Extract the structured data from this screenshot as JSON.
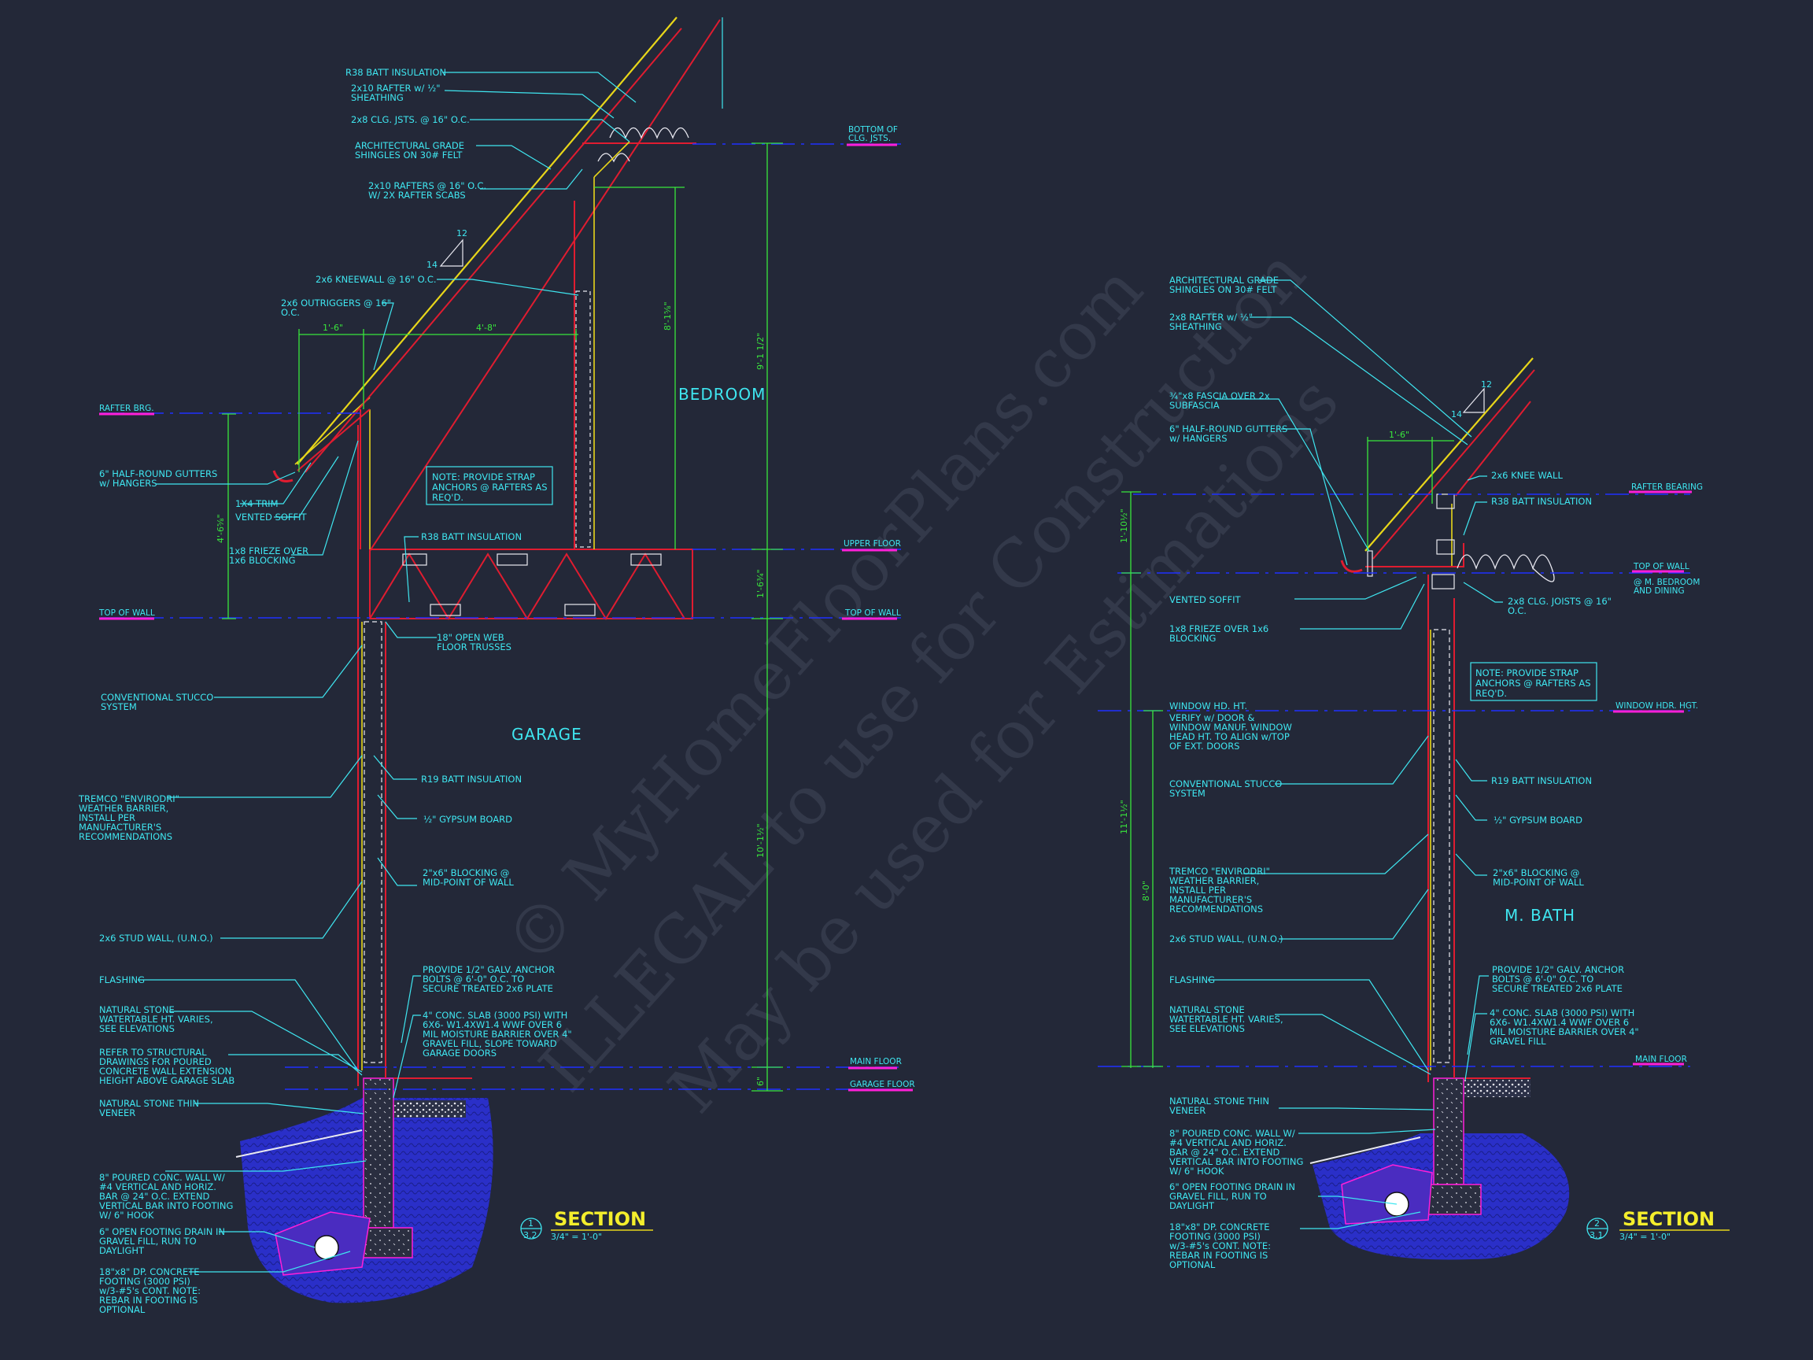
{
  "watermark": {
    "line1": "© MyHomeFloorPlans.com",
    "line2": "ILLEGAL to use for Construction",
    "line3": "May be used for Estimations"
  },
  "section1": {
    "title": "SECTION",
    "number": "1",
    "sheet": "3.2",
    "scale": "3/4\" = 1'-0\"",
    "rooms": {
      "bedroom": "BEDROOM",
      "garage": "GARAGE"
    },
    "slope": {
      "rise": "12",
      "run": "14"
    },
    "notes": {
      "r38": "R38 BATT INSULATION",
      "rafter_sheath_1": "2x10 RAFTER w/ ½\"",
      "rafter_sheath_2": "SHEATHING",
      "clg_jsts": "2x8 CLG. JSTS. @ 16\" O.C.",
      "shingles_1": "ARCHITECTURAL GRADE",
      "shingles_2": "SHINGLES ON 30# FELT",
      "rafters_1": "2x10 RAFTERS @ 16\" O.C.",
      "rafters_2": "W/ 2X RAFTER SCABS",
      "kneewall": "2x6 KNEEWALL @ 16\" O.C.",
      "outriggers_1": "2x6 OUTRIGGERS @ 16\"",
      "outriggers_2": "O.C.",
      "gutters_1": "6\" HALF-ROUND GUTTERS",
      "gutters_2": "w/ HANGERS",
      "trim": "1X4 TRIM",
      "soffit": "VENTED SOFFIT",
      "frieze_1": "1x8 FRIEZE OVER",
      "frieze_2": "1x6 BLOCKING",
      "strap_1": "NOTE: PROVIDE STRAP",
      "strap_2": "ANCHORS @ RAFTERS AS",
      "strap_3": "REQ'D.",
      "r38_floor": "R38 BATT INSULATION",
      "trusses_1": "18\" OPEN WEB",
      "trusses_2": "FLOOR TRUSSES",
      "stucco_1": "CONVENTIONAL STUCCO",
      "stucco_2": "SYSTEM",
      "r19": "R19 BATT INSULATION",
      "tremco_1": "TREMCO \"ENVIRODRI\"",
      "tremco_2": "WEATHER BARRIER,",
      "tremco_3": "INSTALL PER",
      "tremco_4": "MANUFACTURER'S",
      "tremco_5": "RECOMMENDATIONS",
      "gypsum": "½\" GYPSUM BOARD",
      "blocking_1": "2\"x6\" BLOCKING @",
      "blocking_2": "MID-POINT OF WALL",
      "stud": "2x6 STUD WALL, (U.N.O.)",
      "flashing": "FLASHING",
      "anchor_1": "PROVIDE 1/2\" GALV. ANCHOR",
      "anchor_2": "BOLTS @ 6'-0\" O.C. TO",
      "anchor_3": "SECURE TREATED 2x6 PLATE",
      "stone_1": "NATURAL STONE",
      "stone_2": "WATERTABLE HT. VARIES,",
      "stone_3": "SEE ELEVATIONS",
      "slab_1": "4\" CONC. SLAB (3000 PSI) WITH",
      "slab_2": "6X6- W1.4XW1.4 WWF OVER 6",
      "slab_3": "MIL MOISTURE BARRIER OVER 4\"",
      "slab_4": "GRAVEL FILL, SLOPE TOWARD",
      "slab_5": "GARAGE DOORS",
      "refer_1": "REFER TO STRUCTURAL",
      "refer_2": "DRAWINGS FOR POURED",
      "refer_3": "CONCRETE WALL EXTENSION",
      "refer_4": "HEIGHT ABOVE GARAGE SLAB",
      "veneer_1": "NATURAL STONE THIN",
      "veneer_2": "VENEER",
      "conc_1": "8\" POURED CONC. WALL W/",
      "conc_2": "#4 VERTICAL AND HORIZ.",
      "conc_3": "BAR @ 24\" O.C. EXTEND",
      "conc_4": "VERTICAL BAR INTO FOOTING",
      "conc_5": "W/ 6\" HOOK",
      "drain_1": "6\" OPEN FOOTING DRAIN IN",
      "drain_2": "GRAVEL FILL, RUN TO",
      "drain_3": "DAYLIGHT",
      "footing_1": "18\"x8\" DP. CONCRETE",
      "footing_2": "FOOTING (3000 PSI)",
      "footing_3": "w/3-#5's CONT. NOTE:",
      "footing_4": "REBAR IN FOOTING IS",
      "footing_5": "OPTIONAL"
    },
    "levels": {
      "clg_1": "BOTTOM OF",
      "clg_2": "CLG. JSTS.",
      "rafter_brg": "RAFTER BRG.",
      "upper": "UPPER FLOOR",
      "top_wall_left": "TOP OF WALL",
      "top_wall_right": "TOP OF WALL",
      "main": "MAIN FLOOR",
      "garage": "GARAGE FLOOR"
    },
    "dims": {
      "overhang": "1'-6\"",
      "knee": "4'-8\"",
      "knee_ht": "8'-1⅝\"",
      "upper_ht": "9'-1 1/2\"",
      "eave_ht": "4'-6⅝\"",
      "floor_depth": "1'-6¾\"",
      "main_ht": "10'-1½\"",
      "step": "6\""
    }
  },
  "section2": {
    "title": "SECTION",
    "number": "2",
    "sheet": "3.1",
    "scale": "3/4\" = 1'-0\"",
    "rooms": {
      "bath": "M. BATH"
    },
    "slope": {
      "rise": "12",
      "run": "14"
    },
    "notes": {
      "shingles_1": "ARCHITECTURAL GRADE",
      "shingles_2": "SHINGLES ON 30# FELT",
      "rafter_1": "2x8 RAFTER w/ ½\"",
      "rafter_2": "SHEATHING",
      "fascia_1": "¾\"x8 FASCIA OVER 2x",
      "fascia_2": "SUBFASCIA",
      "gutters_1": "6\" HALF-ROUND GUTTERS",
      "gutters_2": "w/ HANGERS",
      "knee": "2x6 KNEE WALL",
      "r38": "R38 BATT INSULATION",
      "soffit": "VENTED SOFFIT",
      "clg_1": "2x8 CLG. JOISTS @ 16\"",
      "clg_2": "O.C.",
      "frieze_1": "1x8 FRIEZE OVER 1x6",
      "frieze_2": "BLOCKING",
      "strap_1": "NOTE: PROVIDE STRAP",
      "strap_2": "ANCHORS @ RAFTERS AS",
      "strap_3": "REQ'D.",
      "window_1": "WINDOW HD. HT.",
      "window_2": "VERIFY w/ DOOR &",
      "window_3": "WINDOW MANUF. WINDOW",
      "window_4": "HEAD HT. TO ALIGN w/TOP",
      "window_5": "OF EXT. DOORS",
      "stucco_1": "CONVENTIONAL STUCCO",
      "stucco_2": "SYSTEM",
      "r19": "R19 BATT INSULATION",
      "gypsum": "½\" GYPSUM BOARD",
      "tremco_1": "TREMCO \"ENVIRODRI\"",
      "tremco_2": "WEATHER BARRIER,",
      "tremco_3": "INSTALL PER",
      "tremco_4": "MANUFACTURER'S",
      "tremco_5": "RECOMMENDATIONS",
      "blocking_1": "2\"x6\" BLOCKING @",
      "blocking_2": "MID-POINT OF WALL",
      "stud": "2x6 STUD WALL, (U.N.O.)",
      "flashing": "FLASHING",
      "anchor_1": "PROVIDE 1/2\" GALV. ANCHOR",
      "anchor_2": "BOLTS @ 6'-0\" O.C. TO",
      "anchor_3": "SECURE TREATED 2x6 PLATE",
      "stone_1": "NATURAL STONE",
      "stone_2": "WATERTABLE HT. VARIES,",
      "stone_3": "SEE ELEVATIONS",
      "slab_1": "4\" CONC. SLAB (3000 PSI) WITH",
      "slab_2": "6X6- W1.4XW1.4 WWF OVER 6",
      "slab_3": "MIL MOISTURE BARRIER OVER 4\"",
      "slab_4": "GRAVEL FILL",
      "veneer_1": "NATURAL STONE THIN",
      "veneer_2": "VENEER",
      "conc_1": "8\" POURED CONC. WALL W/",
      "conc_2": "#4 VERTICAL AND HORIZ.",
      "conc_3": "BAR @ 24\" O.C. EXTEND",
      "conc_4": "VERTICAL BAR INTO FOOTING",
      "conc_5": "W/ 6\" HOOK",
      "drain_1": "6\" OPEN FOOTING DRAIN IN",
      "drain_2": "GRAVEL FILL, RUN TO",
      "drain_3": "DAYLIGHT",
      "footing_1": "18\"x8\" DP. CONCRETE",
      "footing_2": "FOOTING (3000 PSI)",
      "footing_3": "w/3-#5's CONT. NOTE:",
      "footing_4": "REBAR IN FOOTING IS",
      "footing_5": "OPTIONAL"
    },
    "levels": {
      "rafter_bearing": "RAFTER BEARING",
      "top_wall": "TOP OF WALL",
      "top_wall_sub_1": "@ M. BEDROOM",
      "top_wall_sub_2": "AND DINING",
      "window_hgt": "WINDOW HDR. HGT.",
      "main": "MAIN FLOOR"
    },
    "dims": {
      "overhang": "1'-6\"",
      "eave_ht": "1'-10½\"",
      "wall_ht": "11'-1½\"",
      "window_ht": "8'-0\""
    }
  }
}
